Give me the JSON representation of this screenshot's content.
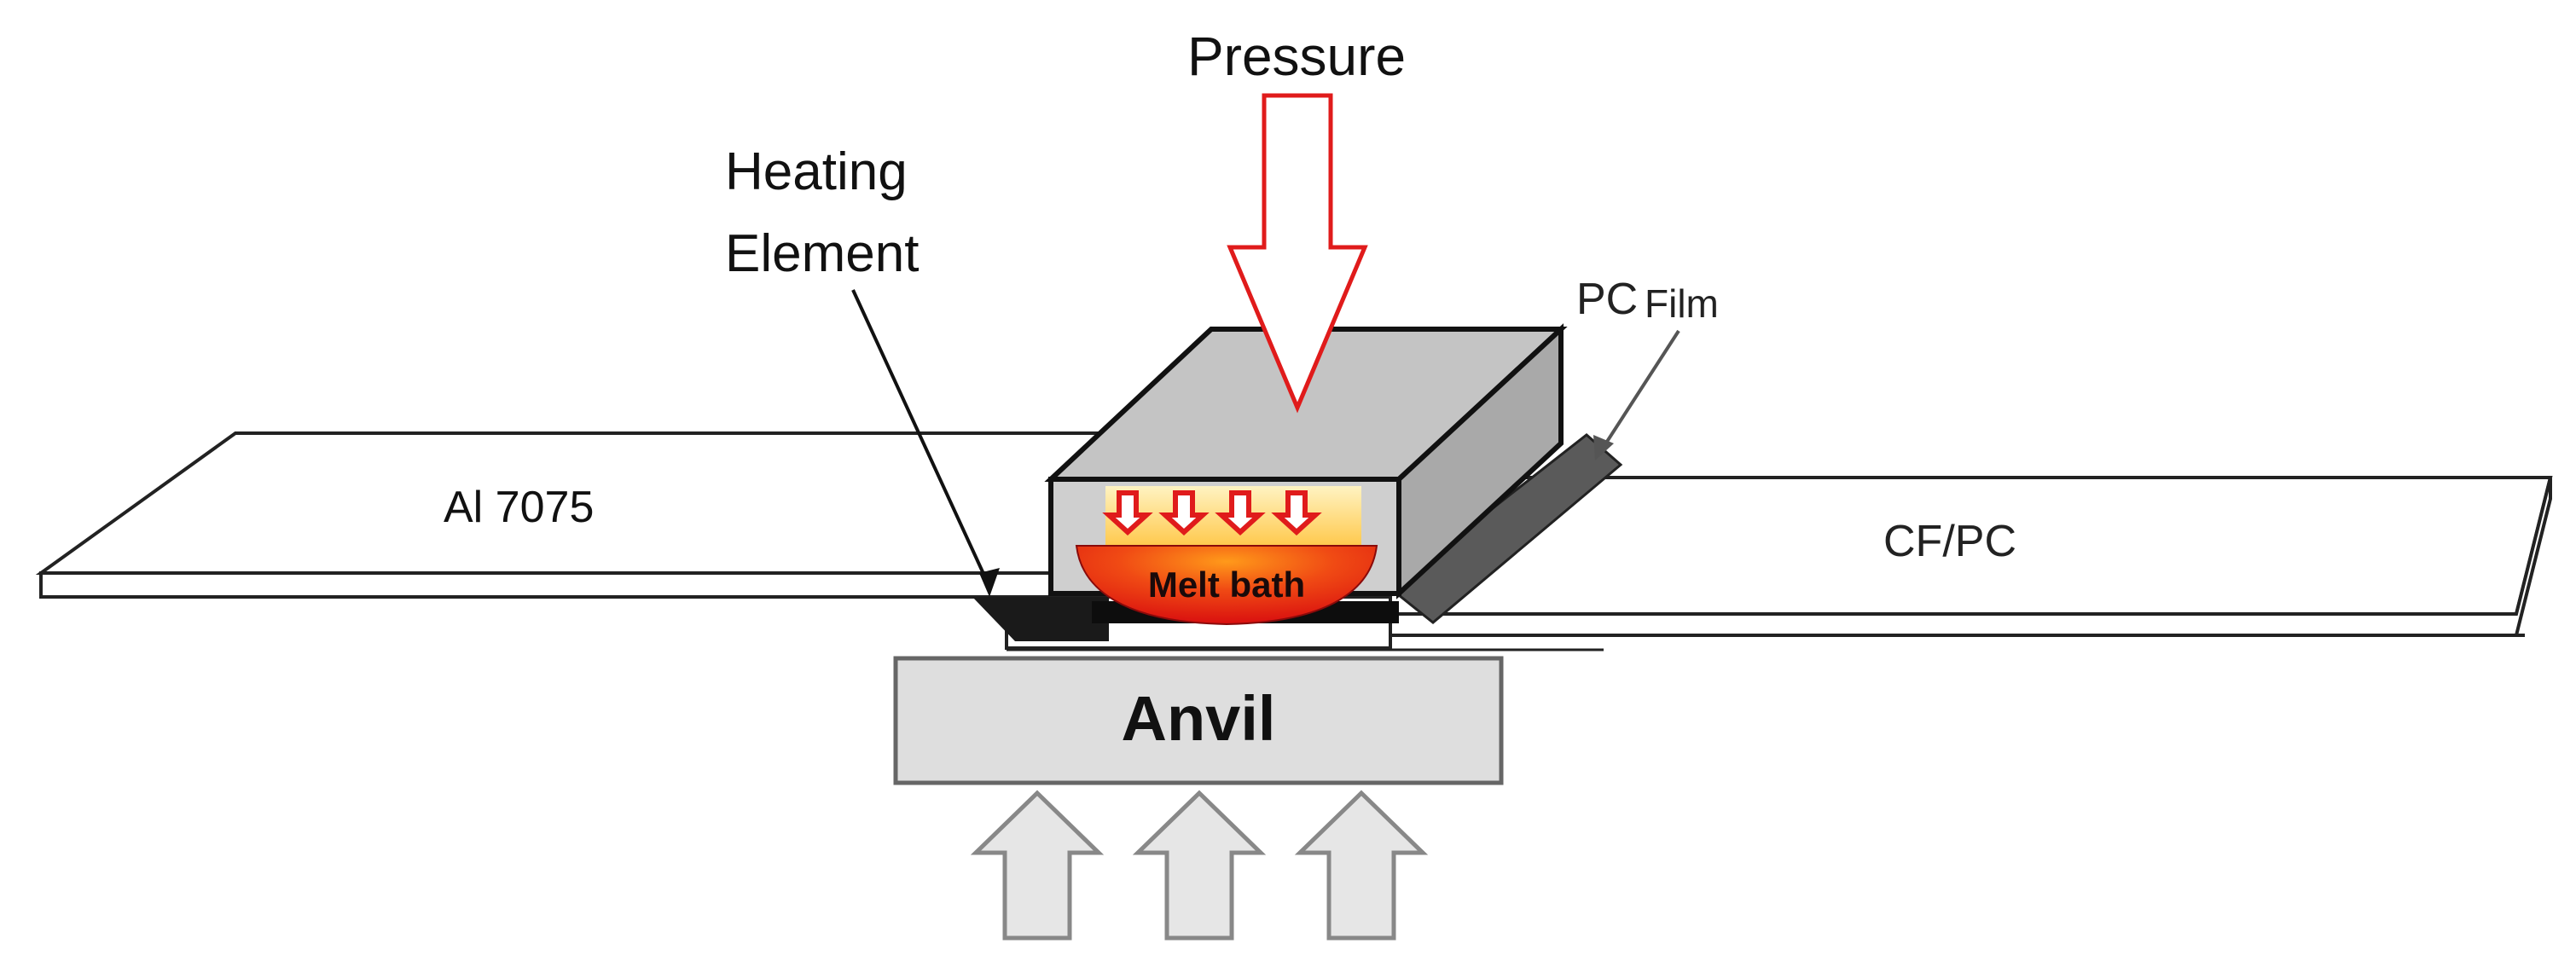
{
  "labels": {
    "pressure": "Pressure",
    "heating_line1": "Heating",
    "heating_line2": "Element",
    "pc": "PC",
    "film": "Film",
    "left_plate": "Al 7075",
    "right_plate": "CF/PC",
    "melt_bath": "Melt bath",
    "anvil": "Anvil"
  },
  "colors": {
    "pressure_arrow": "#e01b1b",
    "heat_arrows": "#e01b1b",
    "melt_bath": "#e31c1c",
    "melt_glow": "#ffd36b",
    "block": "#cfcfcf",
    "block_top": "#c4c4c4",
    "block_side": "#a9a9a9",
    "pc_film": "#5a5a5a",
    "anvil": "#dedede",
    "up_arrows": "#e6e6e6"
  }
}
